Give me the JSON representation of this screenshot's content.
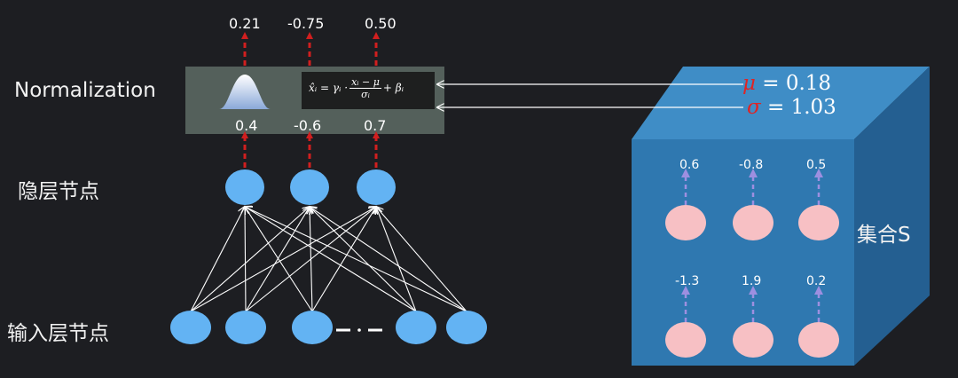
{
  "labels": {
    "normalization": "Normalization",
    "hidden_layer": "隐层节点",
    "input_layer": "输入层节点",
    "set_s": "集合S"
  },
  "outputs": [
    "0.21",
    "-0.75",
    "0.50"
  ],
  "pre_norm": [
    "0.4",
    "-0.6",
    "0.7"
  ],
  "stats": {
    "mu": "μ",
    "mu_eq": "= 0.18",
    "sigma": "σ",
    "sigma_eq": "= 1.03"
  },
  "formula": {
    "lhs": "x̂ᵢ = γᵢ ·",
    "num": "xᵢ − μ",
    "den": "σᵢ",
    "rhs": "+ βᵢ"
  },
  "set_top_values": [
    "0.6",
    "-0.8",
    "0.5"
  ],
  "set_bottom_values": [
    "-1.3",
    "1.9",
    "0.2"
  ],
  "ellipsis": "— · —",
  "colors": {
    "node_blue": "#63b3f3",
    "node_pink": "#f7c0c4",
    "arrow_red": "#d11f1f",
    "arrow_purple": "#9d8fe0",
    "cube_front": "#2f78b0",
    "cube_top": "#3f8dc6",
    "cube_side": "#245f91",
    "norm_box": "#54605b"
  }
}
